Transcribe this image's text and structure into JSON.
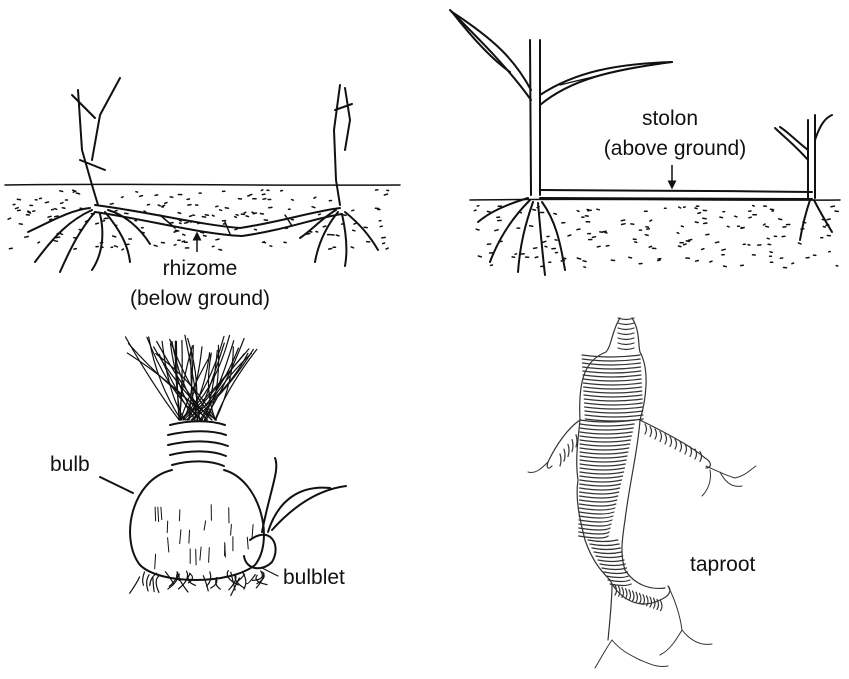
{
  "panels": {
    "rhizome": {
      "name": "rhizome",
      "note": "(below ground)"
    },
    "stolon": {
      "name": "stolon",
      "note": "(above ground)"
    },
    "bulb": {
      "bulb_label": "bulb",
      "bulblet_label": "bulblet"
    },
    "taproot": {
      "label": "taproot"
    }
  },
  "colors": {
    "ink": "#111111",
    "background": "#ffffff"
  }
}
